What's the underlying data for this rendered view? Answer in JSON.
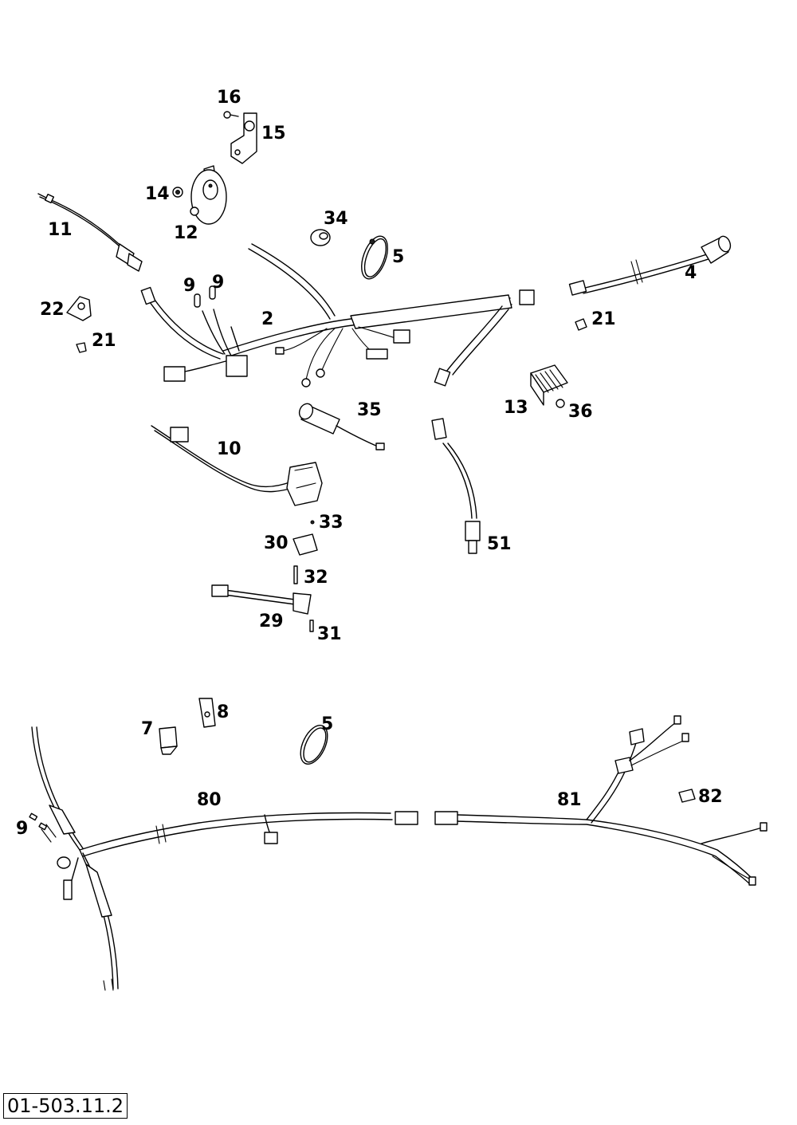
{
  "diagram": {
    "reference": "01-503.11.2",
    "callouts": [
      {
        "id": "c16",
        "text": "16"
      },
      {
        "id": "c15",
        "text": "15"
      },
      {
        "id": "c14",
        "text": "14"
      },
      {
        "id": "c12",
        "text": "12"
      },
      {
        "id": "c11",
        "text": "11"
      },
      {
        "id": "c34",
        "text": "34"
      },
      {
        "id": "c5a",
        "text": "5"
      },
      {
        "id": "c4",
        "text": "4"
      },
      {
        "id": "c9a",
        "text": "9"
      },
      {
        "id": "c9b",
        "text": "9"
      },
      {
        "id": "c22",
        "text": "22"
      },
      {
        "id": "c2",
        "text": "2"
      },
      {
        "id": "c21a",
        "text": "21"
      },
      {
        "id": "c21b",
        "text": "21"
      },
      {
        "id": "c13",
        "text": "13"
      },
      {
        "id": "c36",
        "text": "36"
      },
      {
        "id": "c35",
        "text": "35"
      },
      {
        "id": "c10",
        "text": "10"
      },
      {
        "id": "c33",
        "text": "33"
      },
      {
        "id": "c30",
        "text": "30"
      },
      {
        "id": "c51",
        "text": "51"
      },
      {
        "id": "c32",
        "text": "32"
      },
      {
        "id": "c29",
        "text": "29"
      },
      {
        "id": "c31",
        "text": "31"
      },
      {
        "id": "c8",
        "text": "8"
      },
      {
        "id": "c7",
        "text": "7"
      },
      {
        "id": "c5b",
        "text": "5"
      },
      {
        "id": "c80",
        "text": "80"
      },
      {
        "id": "c81",
        "text": "81"
      },
      {
        "id": "c82",
        "text": "82"
      },
      {
        "id": "c9c",
        "text": "9"
      }
    ]
  }
}
